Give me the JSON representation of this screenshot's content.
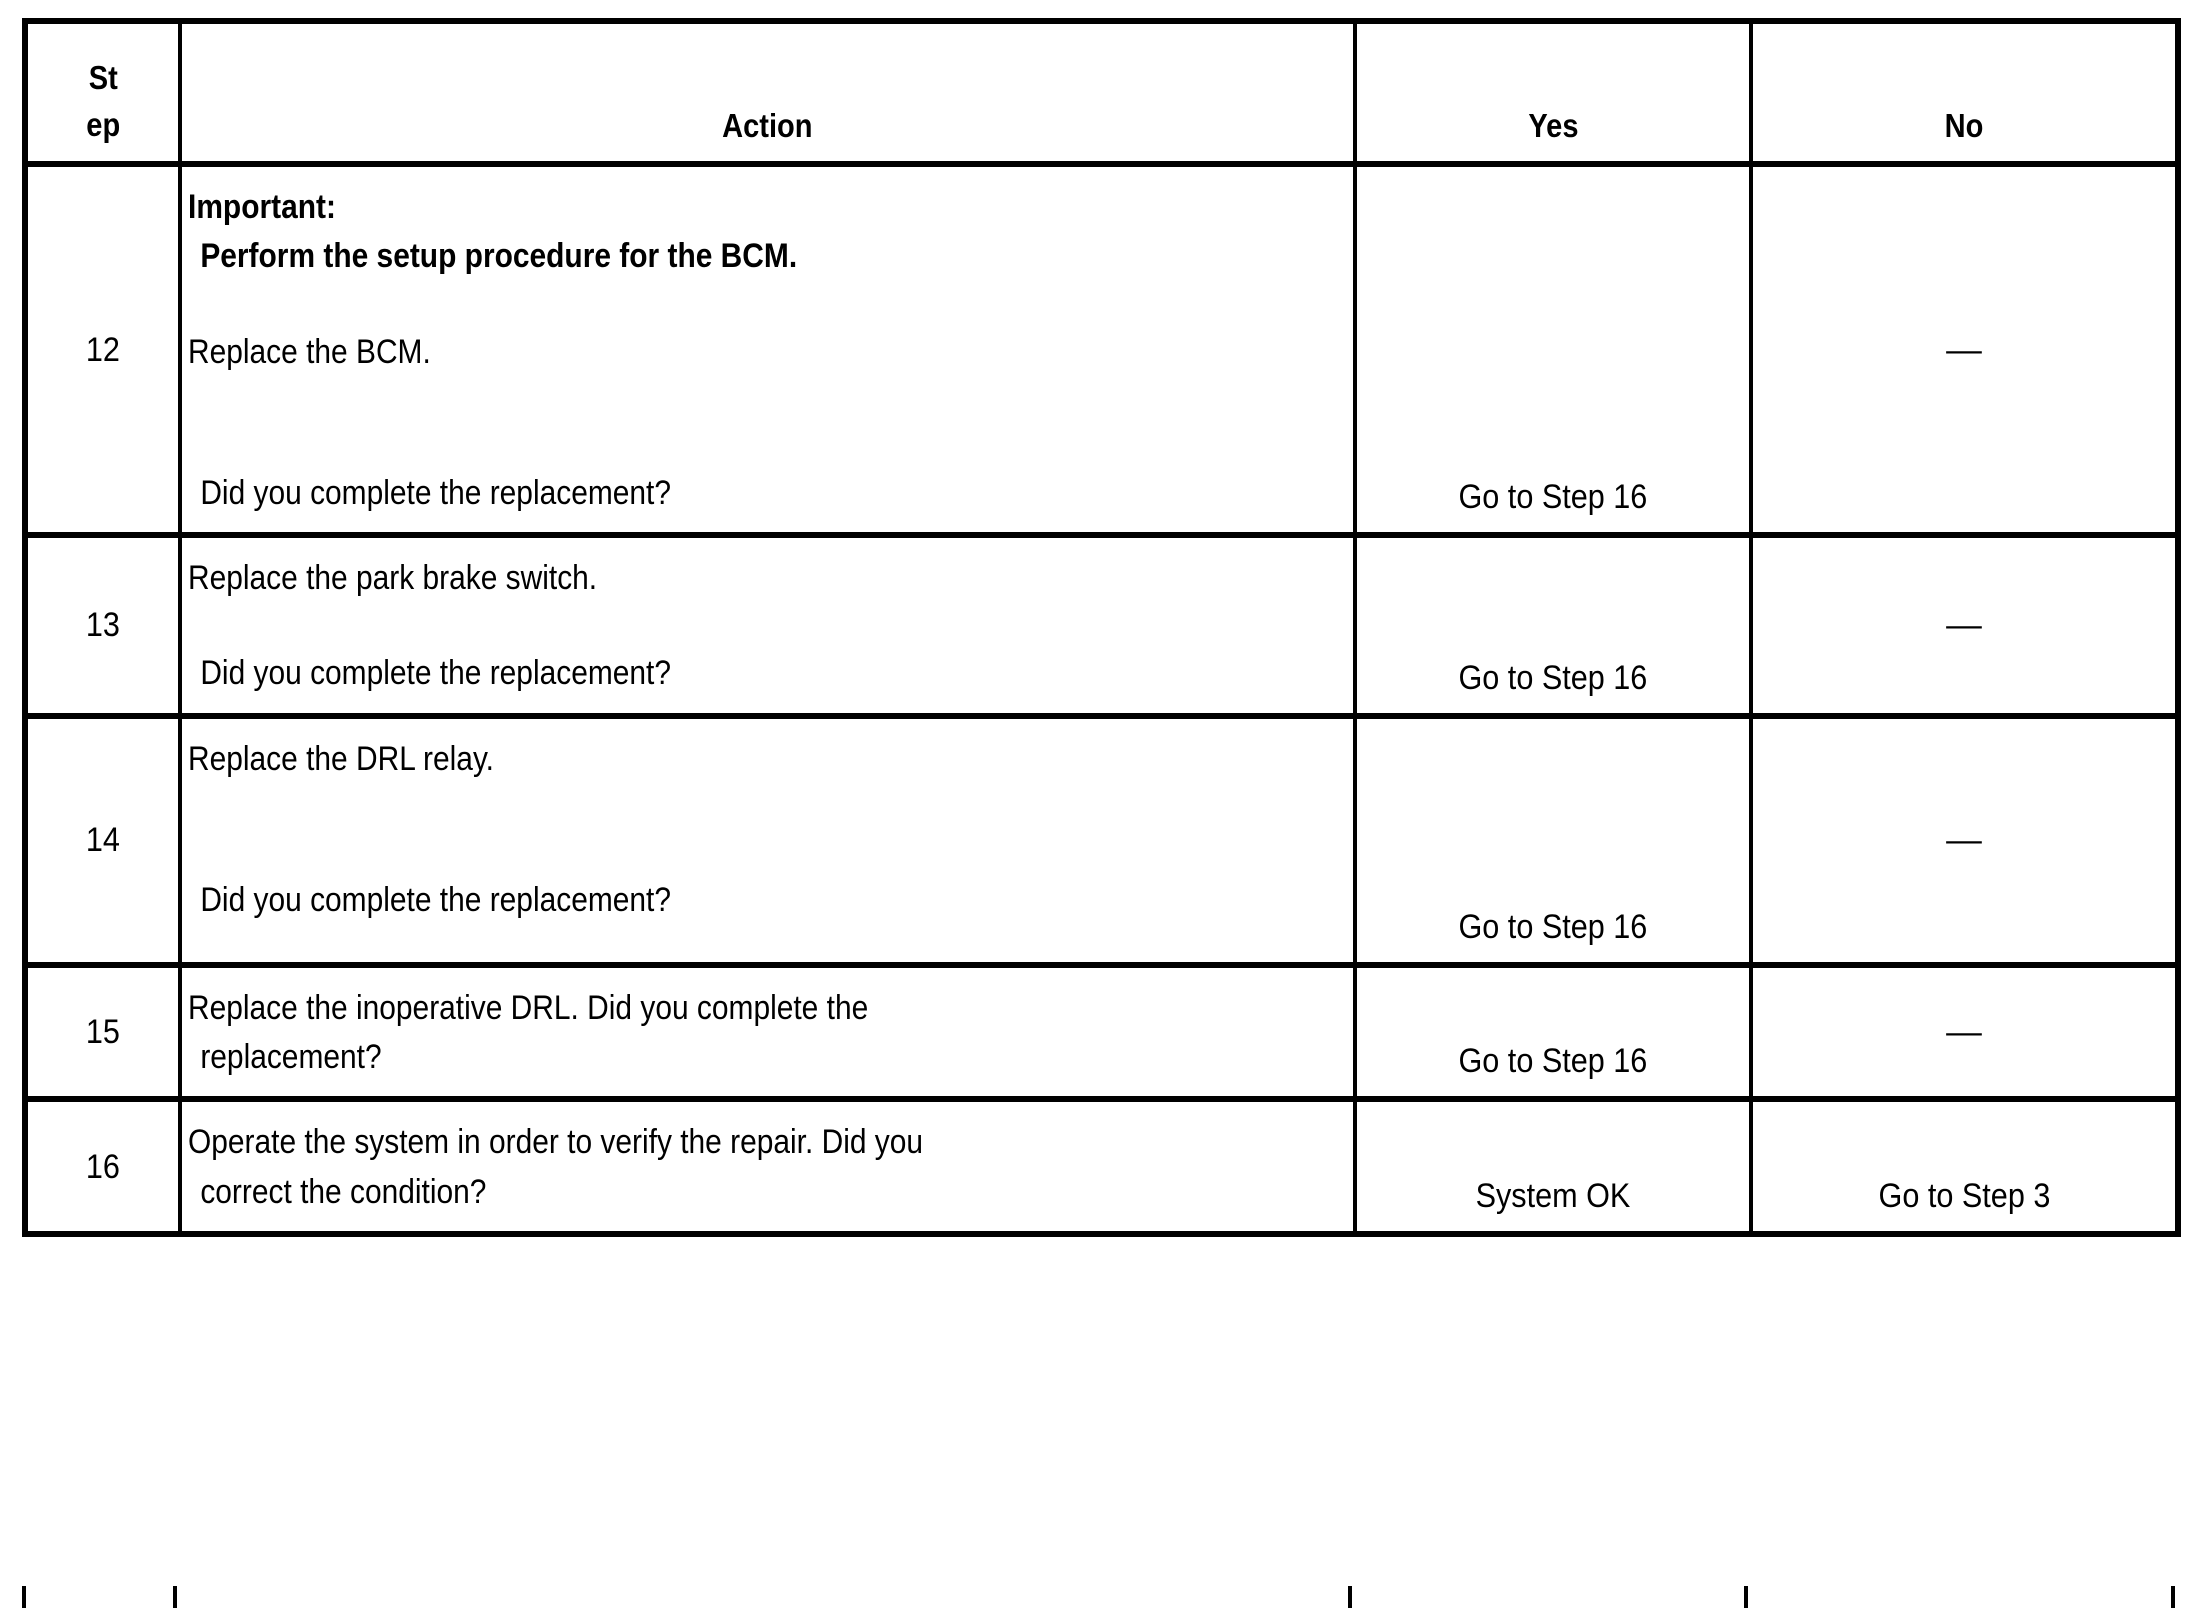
{
  "table": {
    "columns": [
      {
        "key": "step",
        "label": "St\nep"
      },
      {
        "key": "action",
        "label": "Action"
      },
      {
        "key": "yes",
        "label": "Yes"
      },
      {
        "key": "no",
        "label": "No"
      }
    ],
    "rows": [
      {
        "step": "12",
        "action_lines": [
          {
            "text": "Important:",
            "bold": true,
            "indent": false
          },
          {
            "text": "Perform the setup procedure for the BCM.",
            "bold": true,
            "indent": true
          },
          {
            "text": "",
            "spacer": true
          },
          {
            "text": "Replace the BCM.",
            "bold": false,
            "indent": false
          },
          {
            "text": "",
            "spacer": true
          },
          {
            "text": "",
            "spacer": true
          },
          {
            "text": "Did you complete the replacement?",
            "bold": false,
            "indent": true
          }
        ],
        "yes": "Go to Step 16",
        "no": "—"
      },
      {
        "step": "13",
        "action_lines": [
          {
            "text": "Replace the park brake switch.",
            "bold": false,
            "indent": false
          },
          {
            "text": "",
            "spacer": true
          },
          {
            "text": "Did you complete the replacement?",
            "bold": false,
            "indent": true
          }
        ],
        "yes": "Go to Step 16",
        "no": "—"
      },
      {
        "step": "14",
        "action_lines": [
          {
            "text": "Replace the DRL relay.",
            "bold": false,
            "indent": false
          },
          {
            "text": "",
            "spacer": true
          },
          {
            "text": "",
            "spacer": true
          },
          {
            "text": "Did you complete the replacement?",
            "bold": false,
            "indent": true
          }
        ],
        "yes": "Go to Step 16",
        "no": "—"
      },
      {
        "step": "15",
        "action_lines": [
          {
            "text": "Replace the inoperative DRL. Did you complete the",
            "bold": false,
            "indent": false
          },
          {
            "text": "replacement?",
            "bold": false,
            "indent": true
          }
        ],
        "yes": "Go to Step 16",
        "no": "—"
      },
      {
        "step": "16",
        "action_lines": [
          {
            "text": "Operate the system in order to verify the repair. Did you",
            "bold": false,
            "indent": false
          },
          {
            "text": "correct the condition?",
            "bold": false,
            "indent": true
          }
        ],
        "yes": "System OK",
        "no": "Go to Step 3"
      }
    ]
  },
  "colors": {
    "border": "#000000",
    "text": "#000000",
    "background": "#ffffff"
  }
}
